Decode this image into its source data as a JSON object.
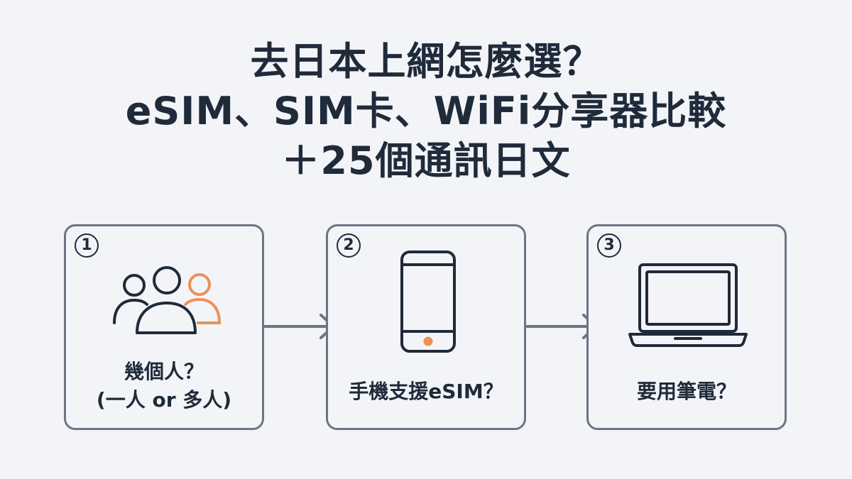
{
  "title": {
    "line1": "去日本上網怎麼選？",
    "line2": "eSIM、SIM卡、WiFi分享器比較",
    "line3": "＋25個通訊日文"
  },
  "steps": [
    {
      "number": "1",
      "icon": "people-icon",
      "label_line1": "幾個人？",
      "label_line2": "(一人 or 多人)"
    },
    {
      "number": "2",
      "icon": "smartphone-icon",
      "label_line1": "手機支援eSIM？"
    },
    {
      "number": "3",
      "icon": "laptop-icon",
      "label_line1": "要用筆電？"
    }
  ],
  "colors": {
    "text": "#1f2a3a",
    "border": "#6b7585",
    "accent": "#e8935a",
    "background": "#f3f4f7"
  }
}
